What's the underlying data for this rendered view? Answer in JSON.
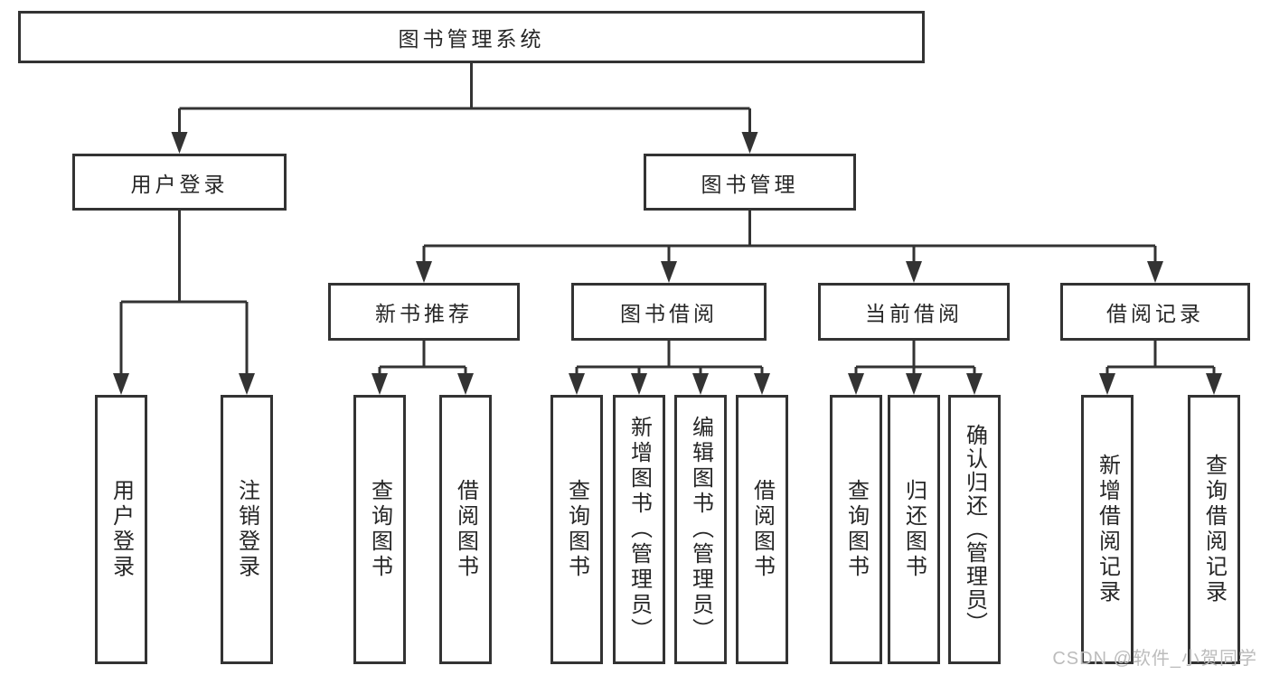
{
  "diagram": {
    "root": {
      "label": "图书管理系统"
    },
    "level2": [
      {
        "label": "用户登录"
      },
      {
        "label": "图书管理"
      }
    ],
    "level3": [
      {
        "label": "新书推荐"
      },
      {
        "label": "图书借阅"
      },
      {
        "label": "当前借阅"
      },
      {
        "label": "借阅记录"
      }
    ],
    "leaves": [
      {
        "label": "用户登录"
      },
      {
        "label": "注销登录"
      },
      {
        "label": "查询图书"
      },
      {
        "label": "借阅图书"
      },
      {
        "label": "查询图书"
      },
      {
        "label": "新增图书（管理员）"
      },
      {
        "label": "编辑图书（管理员）"
      },
      {
        "label": "借阅图书"
      },
      {
        "label": "查询图书"
      },
      {
        "label": "归还图书"
      },
      {
        "label": "确认归还（管理员）"
      },
      {
        "label": "新增借阅记录"
      },
      {
        "label": "查询借阅记录"
      }
    ],
    "watermark": "CSDN @软件_小贺同学",
    "colors": {
      "line": "#333333",
      "text": "#262626",
      "box_background": "#ffffff",
      "page_background": "#ffffff",
      "watermark": "#bcbcbc"
    }
  }
}
